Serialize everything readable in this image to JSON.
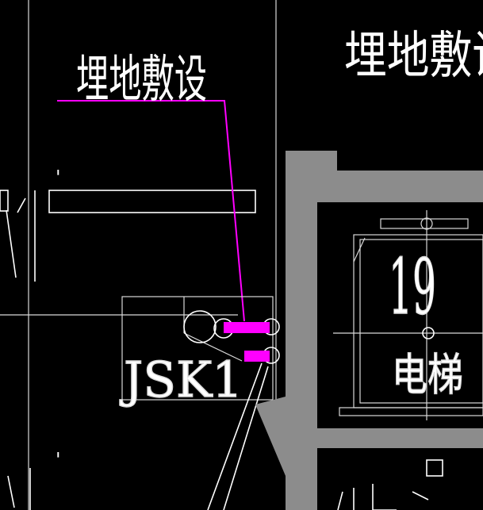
{
  "labels": {
    "top_left": "埋地敷设",
    "top_right": "埋地敷设",
    "device": "JSK1",
    "elevator_number": "19",
    "elevator": "电梯",
    "stroke_mark_1": "'",
    "stroke_mark_2": "'"
  },
  "colors": {
    "background": "#000000",
    "line": "#ffffff",
    "conduit": "#ff00ff",
    "wall": "#8c8c8c"
  }
}
